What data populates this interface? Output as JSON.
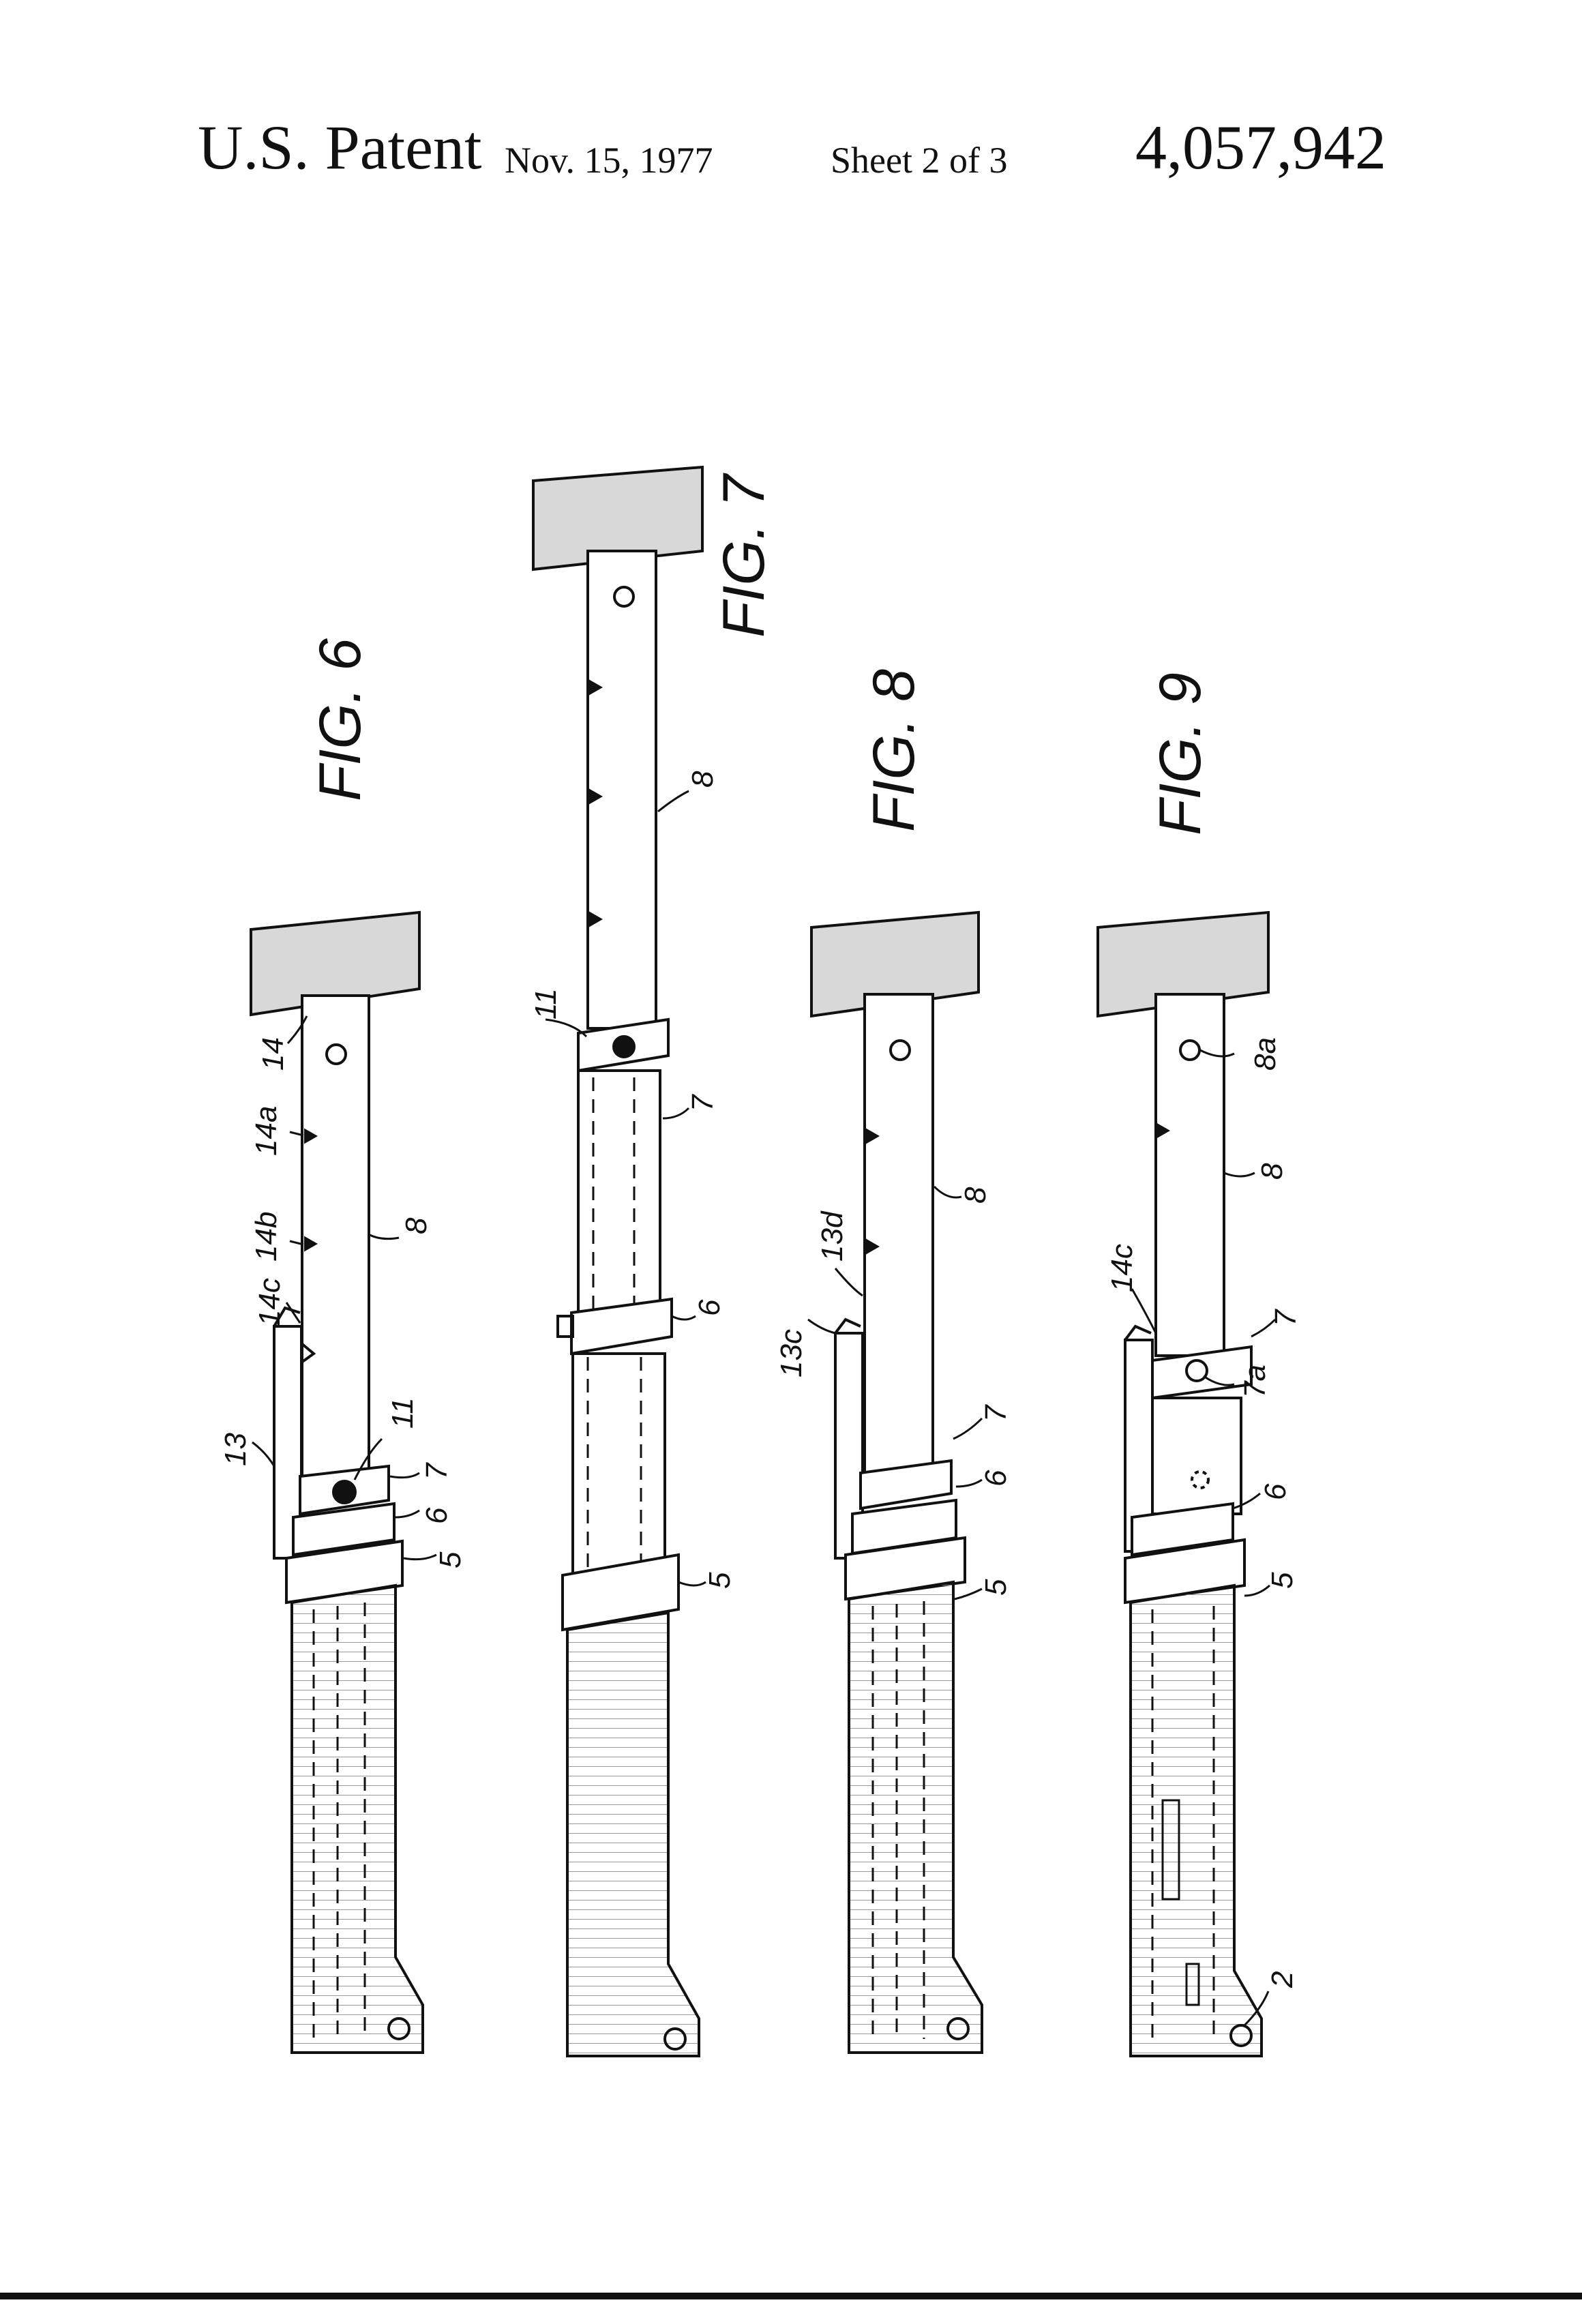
{
  "header": {
    "patent_label": "U.S. Patent",
    "date": "Nov. 15, 1977",
    "sheet": "Sheet 2 of 3",
    "patent_number": "4,057,942"
  },
  "figures": [
    {
      "id": "fig6",
      "label": "FIG. 6"
    },
    {
      "id": "fig7",
      "label": "FIG. 7"
    },
    {
      "id": "fig8",
      "label": "FIG. 8"
    },
    {
      "id": "fig9",
      "label": "FIG. 9"
    }
  ],
  "reference_numerals": {
    "fig6": [
      "14",
      "14a",
      "14b",
      "14c",
      "8",
      "13",
      "11",
      "7",
      "6",
      "5"
    ],
    "fig7": [
      "11",
      "8",
      "7",
      "6",
      "5"
    ],
    "fig8": [
      "13d",
      "13c",
      "8",
      "7",
      "6",
      "5"
    ],
    "fig9": [
      "8a",
      "8",
      "14c",
      "7",
      "7a",
      "6",
      "5",
      "2"
    ]
  },
  "colors": {
    "ink": "#111111",
    "paper": "#ffffff",
    "shade": "#9a9a9a"
  }
}
